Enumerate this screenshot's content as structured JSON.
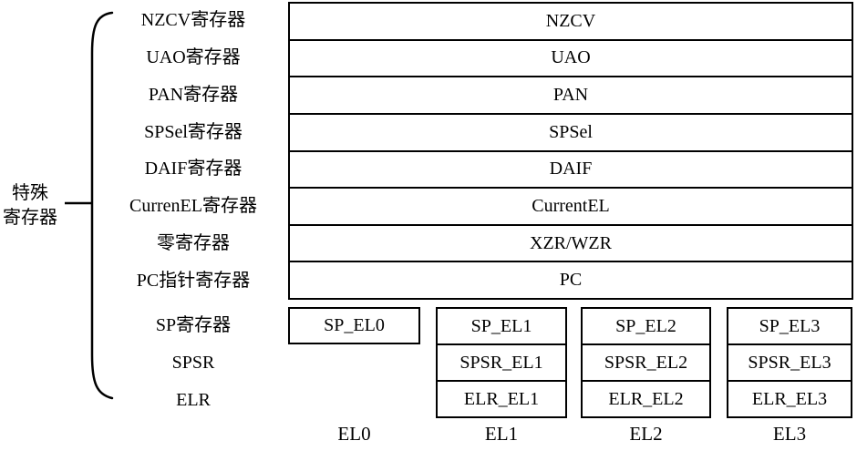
{
  "group_label": {
    "line1": "特殊",
    "line2": "寄存器"
  },
  "left_labels": [
    "NZCV寄存器",
    "UAO寄存器",
    "PAN寄存器",
    "SPSel寄存器",
    "DAIF寄存器",
    "CurrenEL寄存器",
    "零寄存器",
    "PC指针寄存器",
    "SP寄存器",
    "SPSR",
    "ELR"
  ],
  "full_width_rows": [
    "NZCV",
    "UAO",
    "PAN",
    "SPSel",
    "DAIF",
    "CurrentEL",
    "XZR/WZR",
    "PC"
  ],
  "el_columns": {
    "el0": {
      "footer": "EL0",
      "sp": "SP_EL0"
    },
    "el1": {
      "footer": "EL1",
      "sp": "SP_EL1",
      "spsr": "SPSR_EL1",
      "elr": "ELR_EL1"
    },
    "el2": {
      "footer": "EL2",
      "sp": "SP_EL2",
      "spsr": "SPSR_EL2",
      "elr": "ELR_EL2"
    },
    "el3": {
      "footer": "EL3",
      "sp": "SP_EL3",
      "spsr": "SPSR_EL3",
      "elr": "ELR_EL3"
    }
  },
  "colors": {
    "line": "#000000",
    "background": "#ffffff",
    "text": "#000000"
  }
}
